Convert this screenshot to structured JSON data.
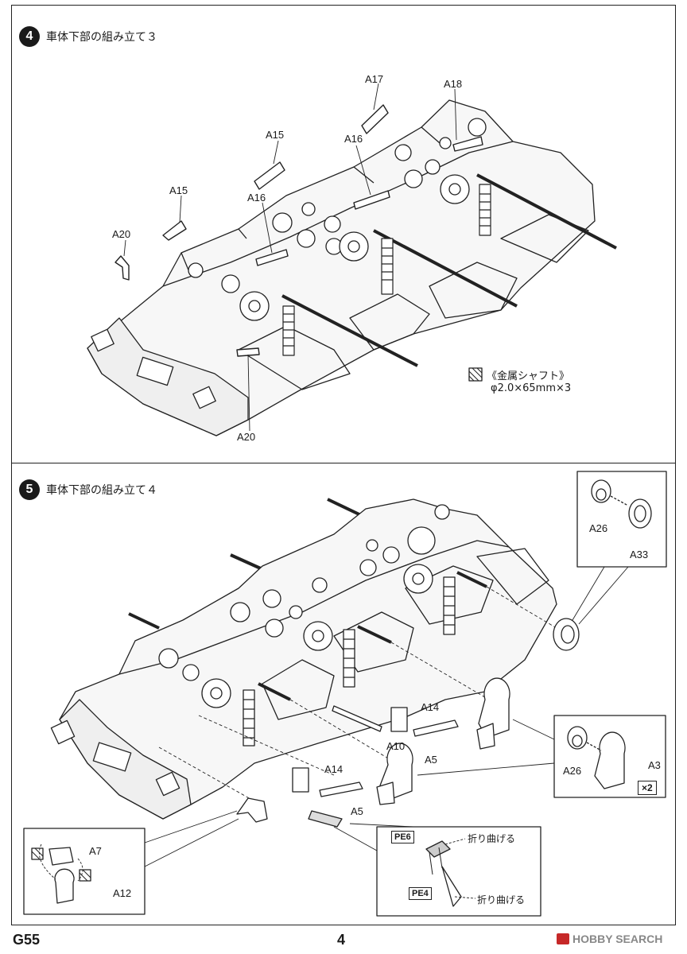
{
  "steps": [
    {
      "number": "4",
      "title": "車体下部の組み立て３",
      "labels": {
        "a17": "A17",
        "a18": "A18",
        "a15_top": "A15",
        "a16_top": "A16",
        "a15_left": "A15",
        "a16_mid": "A16",
        "a20_top": "A20",
        "a20_bottom": "A20"
      },
      "note": {
        "icon": "metal-part-hatch-icon",
        "title": "《金属シャフト》",
        "spec": "φ2.0×65mm×3"
      }
    },
    {
      "number": "5",
      "title": "車体下部の組み立て４",
      "labels": {
        "a26_top": "A26",
        "a33": "A33",
        "a14_upper": "A14",
        "a10": "A10",
        "a5_upper": "A5",
        "a14_lower": "A14",
        "a5_lower": "A5",
        "a26_right": "A26",
        "a3": "A3",
        "a7": "A7",
        "a12": "A12"
      },
      "multiplier": "×2",
      "pe": {
        "pe6": "PE6",
        "pe4": "PE4",
        "bend_upper": "折り曲げる",
        "bend_lower": "折り曲げる"
      }
    }
  ],
  "footer": {
    "code": "G55",
    "page": "4",
    "watermark": "HOBBY SEARCH"
  }
}
